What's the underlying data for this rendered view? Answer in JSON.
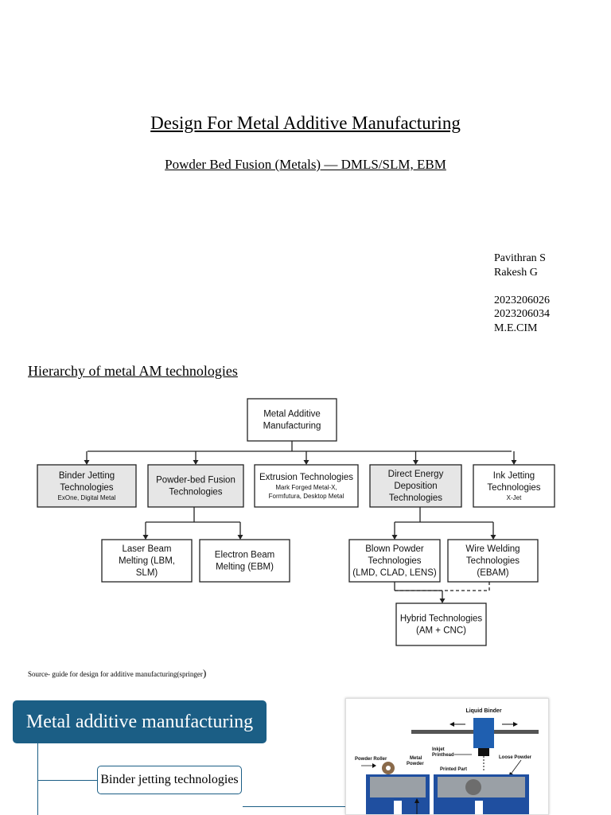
{
  "title": "Design For Metal Additive Manufacturing",
  "subtitle": "Powder Bed Fusion (Metals) — DMLS/SLM, EBM",
  "authors": {
    "names": [
      "Pavithran S",
      "Rakesh G"
    ],
    "ids": [
      "2023206026",
      "2023206034"
    ],
    "program": "M.E.CIM"
  },
  "hierarchy_heading": "Hierarchy of metal AM technologies",
  "diagram": {
    "root": [
      "Metal Additive",
      "Manufacturing"
    ],
    "level1": [
      {
        "lines": [
          "Binder Jetting",
          "Technologies"
        ],
        "sub": [
          "ExOne, Digital Metal"
        ]
      },
      {
        "lines": [
          "Powder-bed Fusion",
          "Technologies"
        ],
        "sub": []
      },
      {
        "lines": [
          "Extrusion Technologies"
        ],
        "sub": [
          "Mark Forged Metal-X,",
          "Formfutura, Desktop Metal"
        ]
      },
      {
        "lines": [
          "Direct Energy",
          "Deposition",
          "Technologies"
        ],
        "sub": []
      },
      {
        "lines": [
          "Ink Jetting",
          "Technologies"
        ],
        "sub": [
          "X-Jet"
        ]
      }
    ],
    "pbf_children": [
      [
        "Laser Beam",
        "Melting (LBM,",
        "SLM)"
      ],
      [
        "Electron Beam",
        "Melting (EBM)"
      ]
    ],
    "ded_children": [
      [
        "Blown Powder",
        "Technologies",
        "(LMD, CLAD, LENS)"
      ],
      [
        "Wire Welding",
        "Technologies",
        "(EBAM)"
      ]
    ],
    "hybrid": [
      "Hybrid Technologies",
      "(AM + CNC)"
    ]
  },
  "source_text": "Source- guide for design for additive manufacturing(springer",
  "source_paren": ")",
  "mindmap": {
    "root_label": "Metal additive manufacturing",
    "child_label": "Binder jetting technologies"
  },
  "binder_figure": {
    "liquid_binder": "Liquid Binder",
    "inkjet_printhead": [
      "Inkjet",
      "Printhead"
    ],
    "powder_roller": "Powder Roller",
    "metal_powder": [
      "Metal",
      "Powder"
    ],
    "loose_powder": "Loose Powder",
    "printed_part": "Printed Part"
  },
  "colors": {
    "mindmap_blue": "#1b5e85",
    "diagram_box_gray": "#e6e6e6",
    "printhead_blue": "#1f5fb0"
  }
}
